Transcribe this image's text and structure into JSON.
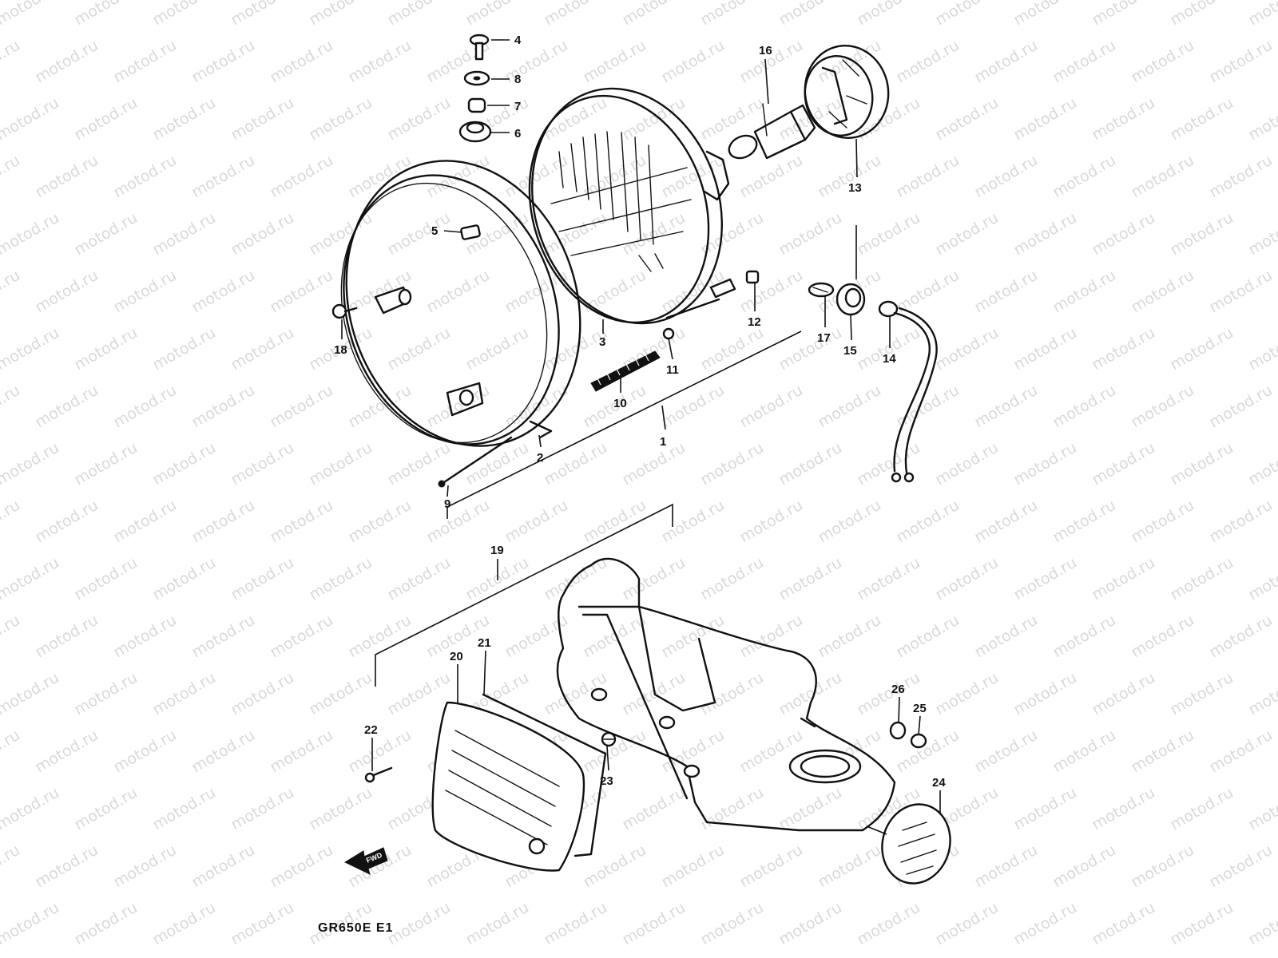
{
  "watermark": "motod.ru",
  "model_code": "GR650E E1",
  "fwd_label": "FWD",
  "callouts": [
    {
      "id": "c1",
      "label": "1"
    },
    {
      "id": "c2",
      "label": "2"
    },
    {
      "id": "c3",
      "label": "3"
    },
    {
      "id": "c4",
      "label": "4"
    },
    {
      "id": "c5",
      "label": "5"
    },
    {
      "id": "c6",
      "label": "6"
    },
    {
      "id": "c7",
      "label": "7"
    },
    {
      "id": "c8",
      "label": "8"
    },
    {
      "id": "c9",
      "label": "9"
    },
    {
      "id": "c10",
      "label": "10"
    },
    {
      "id": "c11",
      "label": "11"
    },
    {
      "id": "c12",
      "label": "12"
    },
    {
      "id": "c13",
      "label": "13"
    },
    {
      "id": "c14",
      "label": "14"
    },
    {
      "id": "c15",
      "label": "15"
    },
    {
      "id": "c16",
      "label": "16"
    },
    {
      "id": "c17",
      "label": "17"
    },
    {
      "id": "c18",
      "label": "18"
    },
    {
      "id": "c19",
      "label": "19"
    },
    {
      "id": "c20",
      "label": "20"
    },
    {
      "id": "c21",
      "label": "21"
    },
    {
      "id": "c22",
      "label": "22"
    },
    {
      "id": "c23",
      "label": "23"
    },
    {
      "id": "c24",
      "label": "24"
    },
    {
      "id": "c25",
      "label": "25"
    },
    {
      "id": "c26",
      "label": "26"
    }
  ]
}
